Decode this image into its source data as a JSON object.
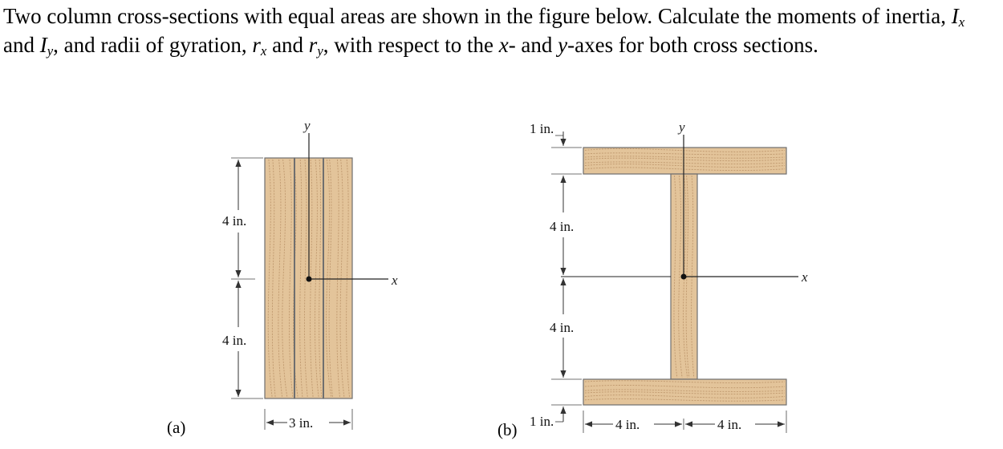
{
  "problem": {
    "seg1": "Two column cross-sections with equal areas are shown in the figure below. Calculate the moments of inertia, ",
    "Ix_var": "I",
    "Ix_sub": "x",
    "seg2": " and ",
    "Iy_var": "I",
    "Iy_sub": "y",
    "seg3": ", and radii of gyration, ",
    "rx_var": "r",
    "rx_sub": "x",
    "seg4": " and ",
    "ry_var": "r",
    "ry_sub": "y",
    "seg5": ", with respect to the ",
    "x_axis": "x",
    "seg6": "- and ",
    "y_axis": "y",
    "seg7": "-axes for both cross sections."
  },
  "figure_a": {
    "panel_label": "(a)",
    "y_axis_label": "y",
    "x_axis_label": "x",
    "dim_top_height": "4 in.",
    "dim_bottom_height": "4 in.",
    "dim_width": "3 in."
  },
  "figure_b": {
    "panel_label": "(b)",
    "y_axis_label": "y",
    "x_axis_label": "x",
    "dim_top_flange": "1 in.",
    "dim_upper_web": "4 in.",
    "dim_lower_web": "4 in.",
    "dim_bottom_flange": "1 in.",
    "dim_left_half": "4 in.",
    "dim_right_half": "4 in."
  },
  "colors": {
    "wood": "#e3c49a",
    "grain": "#b89066",
    "outline": "#6f6f6f"
  }
}
